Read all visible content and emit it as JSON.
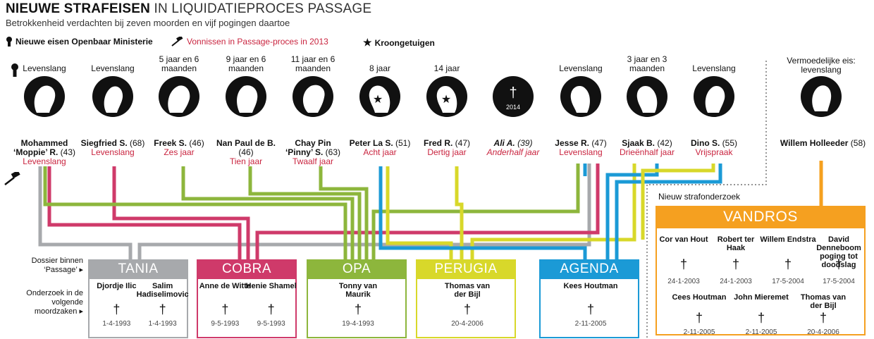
{
  "title_bold": "NIEUWE STRAFEISEN",
  "title_light": "IN LIQUIDATIEPROCES PASSAGE",
  "subtitle": "Betrokkenheid verdachten bij zeven moorden en vijf pogingen daartoe",
  "legend": {
    "om": "Nieuwe eisen Openbaar Ministerie",
    "vonnis": "Vonnissen in Passage-proces in 2013",
    "kroon": "Kroongetuigen"
  },
  "suspects": [
    {
      "demand": "Levenslang",
      "name": "Mohammed",
      "name2": "‘Moppie’ R.",
      "age": "(43)",
      "verdict": "Levenslang"
    },
    {
      "demand": "Levenslang",
      "name": "Siegfried S.",
      "name2": "",
      "age": "(68)",
      "verdict": "Levenslang"
    },
    {
      "demand": "5 jaar en 6 maanden",
      "name": "Freek S.",
      "name2": "",
      "age": "(46)",
      "verdict": "Zes jaar"
    },
    {
      "demand": "9 jaar en 6 maanden",
      "name": "Nan Paul de B.",
      "name2": "",
      "age": "(46)",
      "verdict": "Tien jaar"
    },
    {
      "demand": "11 jaar en 6 maanden",
      "name": "Chay Pin",
      "name2": "‘Pinny’ S.",
      "age": "(63)",
      "verdict": "Twaalf jaar"
    },
    {
      "demand": "8 jaar",
      "name": "Peter La S.",
      "name2": "",
      "age": "(51)",
      "verdict": "Acht jaar"
    },
    {
      "demand": "14 jaar",
      "name": "Fred R.",
      "name2": "",
      "age": "(47)",
      "verdict": "Dertig jaar"
    },
    {
      "demand": "",
      "name": "Ali A.",
      "name2": "",
      "age": "(39)",
      "verdict": "Anderhalf jaar",
      "deceased_year": "2014"
    },
    {
      "demand": "Levenslang",
      "name": "Jesse R.",
      "name2": "",
      "age": "(47)",
      "verdict": "Levenslang"
    },
    {
      "demand": "3 jaar en 3 maanden",
      "name": "Sjaak B.",
      "name2": "",
      "age": "(42)",
      "verdict": "Drieënhalf jaar"
    },
    {
      "demand": "Levenslang",
      "name": "Dino S.",
      "name2": "",
      "age": "(55)",
      "verdict": "Vrijspraak"
    }
  ],
  "holleeder": {
    "demand": "Vermoedelijke eis: levenslang",
    "name": "Willem Holleeder",
    "age": "(58)"
  },
  "side_labels": {
    "dossier": "Dossier binnen ‘Passage’",
    "onderzoek": "Onderzoek in de volgende moordzaken",
    "nieuw": "Nieuw strafonderzoek"
  },
  "cases": [
    {
      "name": "TANIA",
      "color": "#a7a9ac",
      "victims": [
        {
          "name": "Djordje Ilic",
          "date": "1-4-1993"
        },
        {
          "name": "Salim Hadiselimovic",
          "date": "1-4-1993"
        }
      ]
    },
    {
      "name": "COBRA",
      "color": "#cf3a6a",
      "victims": [
        {
          "name": "Anne de Witte",
          "date": "9-5-1993"
        },
        {
          "name": "Henie Shamel",
          "date": "9-5-1993"
        }
      ]
    },
    {
      "name": "OPA",
      "color": "#8db63c",
      "victims": [
        {
          "name": "Tonny van Maurik",
          "date": "19-4-1993"
        }
      ]
    },
    {
      "name": "PERUGIA",
      "color": "#d8d82a",
      "victims": [
        {
          "name": "Thomas van der Bijl",
          "date": "20-4-2006"
        }
      ]
    },
    {
      "name": "AGENDA",
      "color": "#1b9ad6",
      "victims": [
        {
          "name": "Kees Houtman",
          "date": "2-11-2005"
        }
      ]
    }
  ],
  "vandros": {
    "name": "VANDROS",
    "color": "#f5a020",
    "victims": [
      {
        "name": "Cor van Hout",
        "date": "24-1-2003"
      },
      {
        "name": "Robert ter Haak",
        "date": "24-1-2003"
      },
      {
        "name": "Willem Endstra",
        "date": "17-5-2004"
      },
      {
        "name": "David Denneboom poging tot doodslag",
        "date": "17-5-2004"
      },
      {
        "name": "Cees Houtman",
        "date": "2-11-2005"
      },
      {
        "name": "John Mieremet",
        "date": "2-11-2005"
      },
      {
        "name": "Thomas van der Bijl",
        "date": "20-4-2006"
      }
    ]
  },
  "cross_glyph": "†"
}
